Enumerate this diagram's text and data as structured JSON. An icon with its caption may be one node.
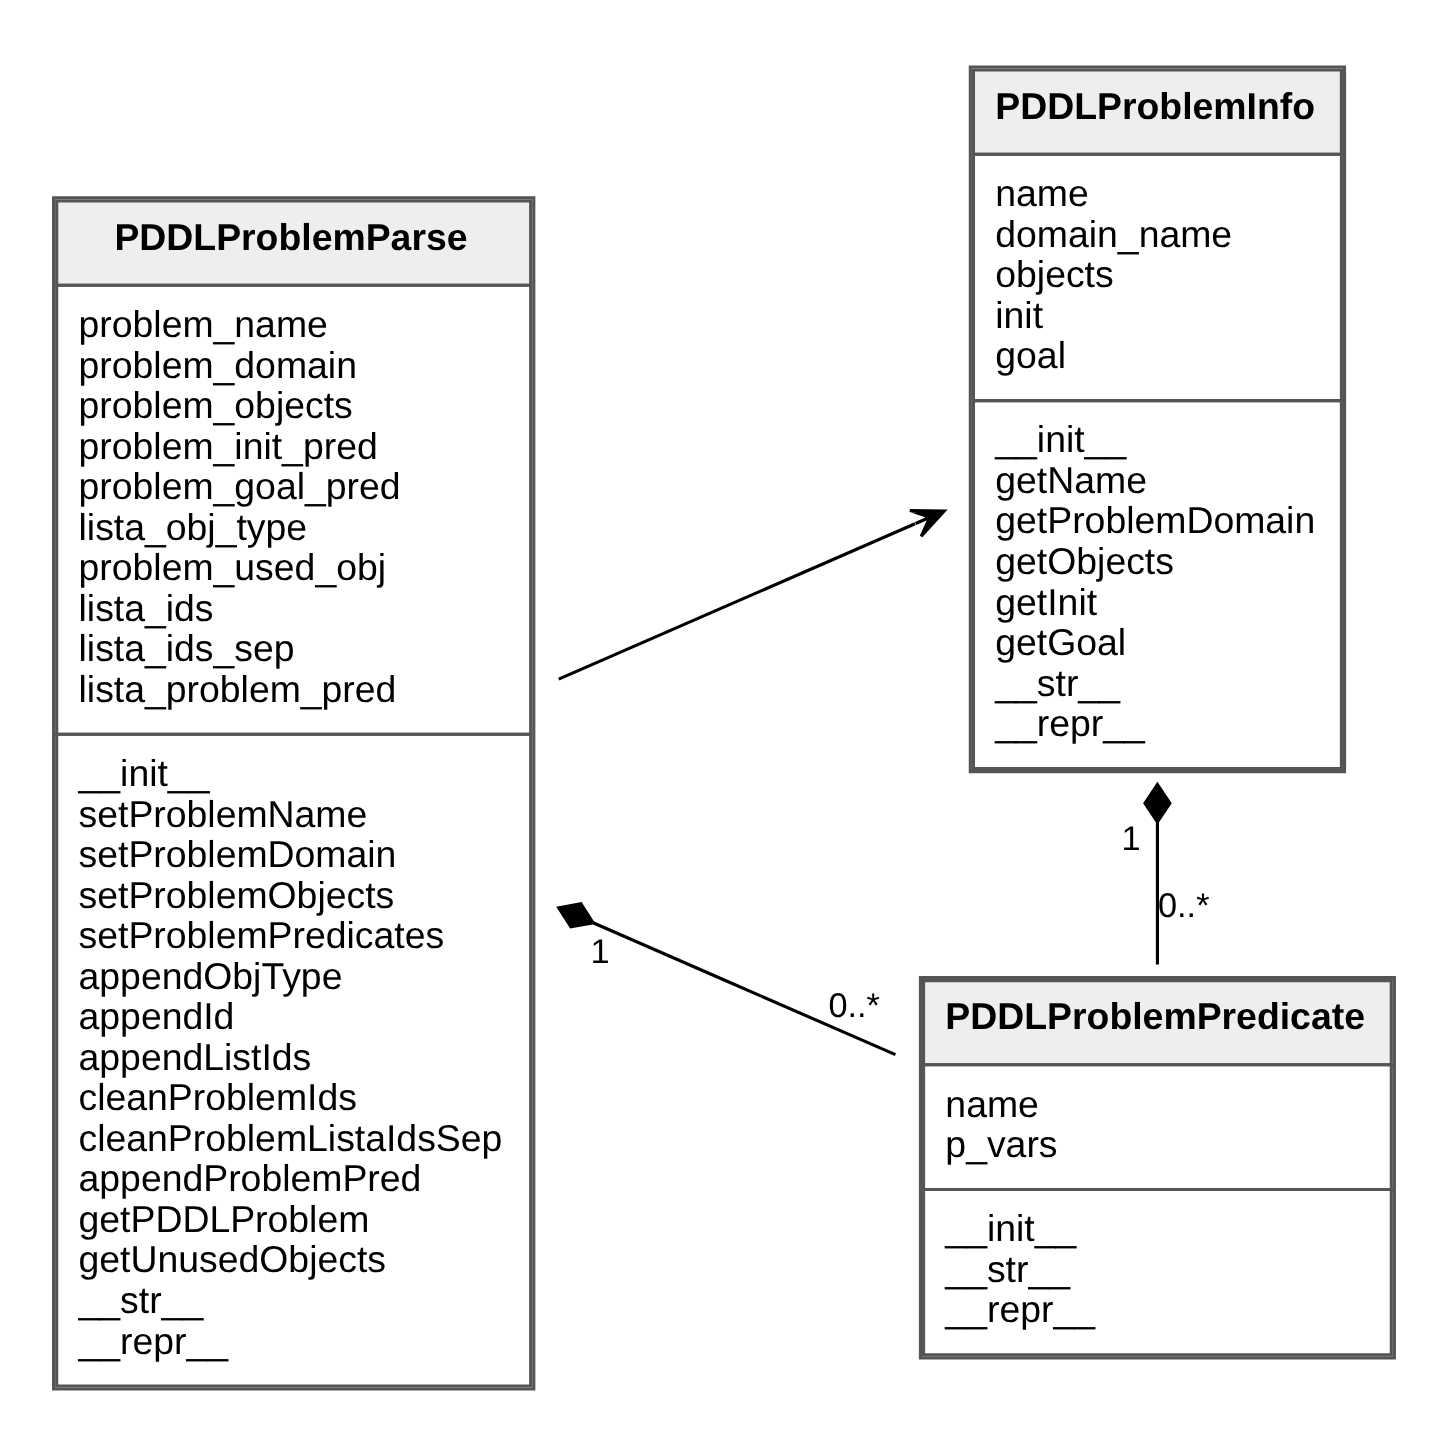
{
  "diagram": {
    "nodes": [
      {
        "text": [
          "PDDLProblemParse",
          "problem_name problem_domain problem_objects problem_init_pred problem_goal_pred lista_obj_type problem_used_obj lista_ids lista_ids_sep lista_problem_pred",
          "__init__ setProblemName setProblemDomain setProblemObjects setProblemPredicates appendObjType appendId appendListIds cleanProblemIds cleanProblemListaIdsSep appendProblemPred getPDDLProblem getUnusedObjects __str__ __repr__"
        ]
      },
      {
        "text": [
          "PDDLProblemPredicate",
          "name p_vars",
          "__init__ __str__ __repr__"
        ]
      },
      {
        "text": [
          "PDDLProblemInfo",
          "name domain_name objects init goal",
          "__init__ getName getProblemDomain getObjects getInit getGoal __str__ __repr__"
        ]
      }
    ],
    "edges": [
      {
        "from": 0,
        "to": 1,
        "arrow": "other"
      },
      {
        "from": 2,
        "to": 1,
        "arrow": "other"
      },
      {
        "from": 0,
        "to": 2,
        "arrow": "to"
      }
    ],
    "labels": [
      "1",
      "0..*",
      "0..*",
      "1"
    ]
  }
}
